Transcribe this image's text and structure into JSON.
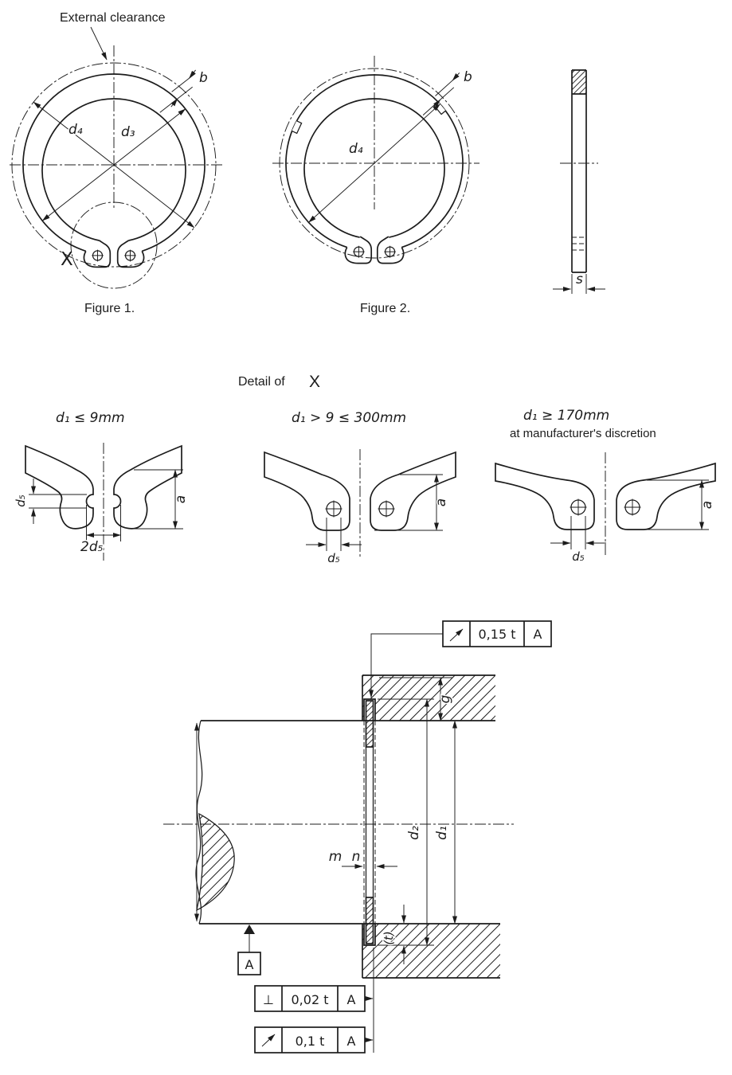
{
  "figure1": {
    "clearance_label": "External clearance",
    "d4": "d₄",
    "d3": "d₃",
    "b": "b",
    "x_marker": "X",
    "caption": "Figure 1."
  },
  "figure2": {
    "d4": "d₄",
    "b": "b",
    "caption": "Figure 2."
  },
  "side_view": {
    "s": "s"
  },
  "detail": {
    "title": "Detail of",
    "title_ref": "X",
    "v1": {
      "condition": "d₁ ≤ 9mm",
      "d5": "d₅",
      "two_d5": "2d₅",
      "a": "a"
    },
    "v2": {
      "condition": "d₁ > 9 ≤ 300mm",
      "d5": "d₅",
      "a": "a"
    },
    "v3": {
      "condition": "d₁ ≥ 170mm",
      "note": "at manufacturer's discretion",
      "d5": "d₅",
      "a": "a"
    }
  },
  "section": {
    "frame_top": {
      "symbol": "circular-runout",
      "value": "0,15 t",
      "datum": "A"
    },
    "frame_perp": {
      "symbol": "⊥",
      "value": "0,02 t",
      "datum": "A"
    },
    "frame_runout": {
      "symbol": "circular-runout",
      "value": "0,1 t",
      "datum": "A"
    },
    "dims": {
      "g": "g",
      "d2": "d₂",
      "d1": "d₁",
      "m": "m",
      "n": "n",
      "t": "(t)"
    },
    "datum": "A"
  }
}
